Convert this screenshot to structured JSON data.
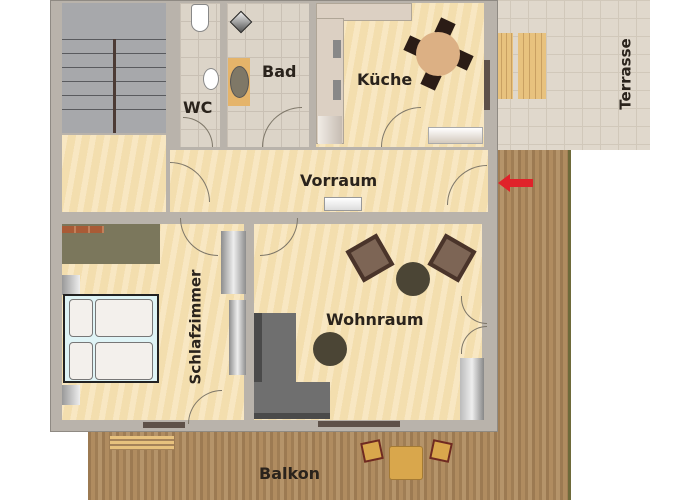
{
  "floorplan": {
    "rooms": {
      "wc": "WC",
      "bad": "Bad",
      "kueche": "Küche",
      "vorraum": "Vorraum",
      "schlafzimmer": "Schlafzimmer",
      "wohnraum": "Wohnraum",
      "terrasse": "Terrasse",
      "balkon": "Balkon"
    },
    "entrance_arrow_color": "#e0222a",
    "colors": {
      "wall": "#b9b3ab",
      "floor": "#f6e2b4",
      "deck": "#a6835a",
      "terrace": "#e0d8cc"
    }
  }
}
